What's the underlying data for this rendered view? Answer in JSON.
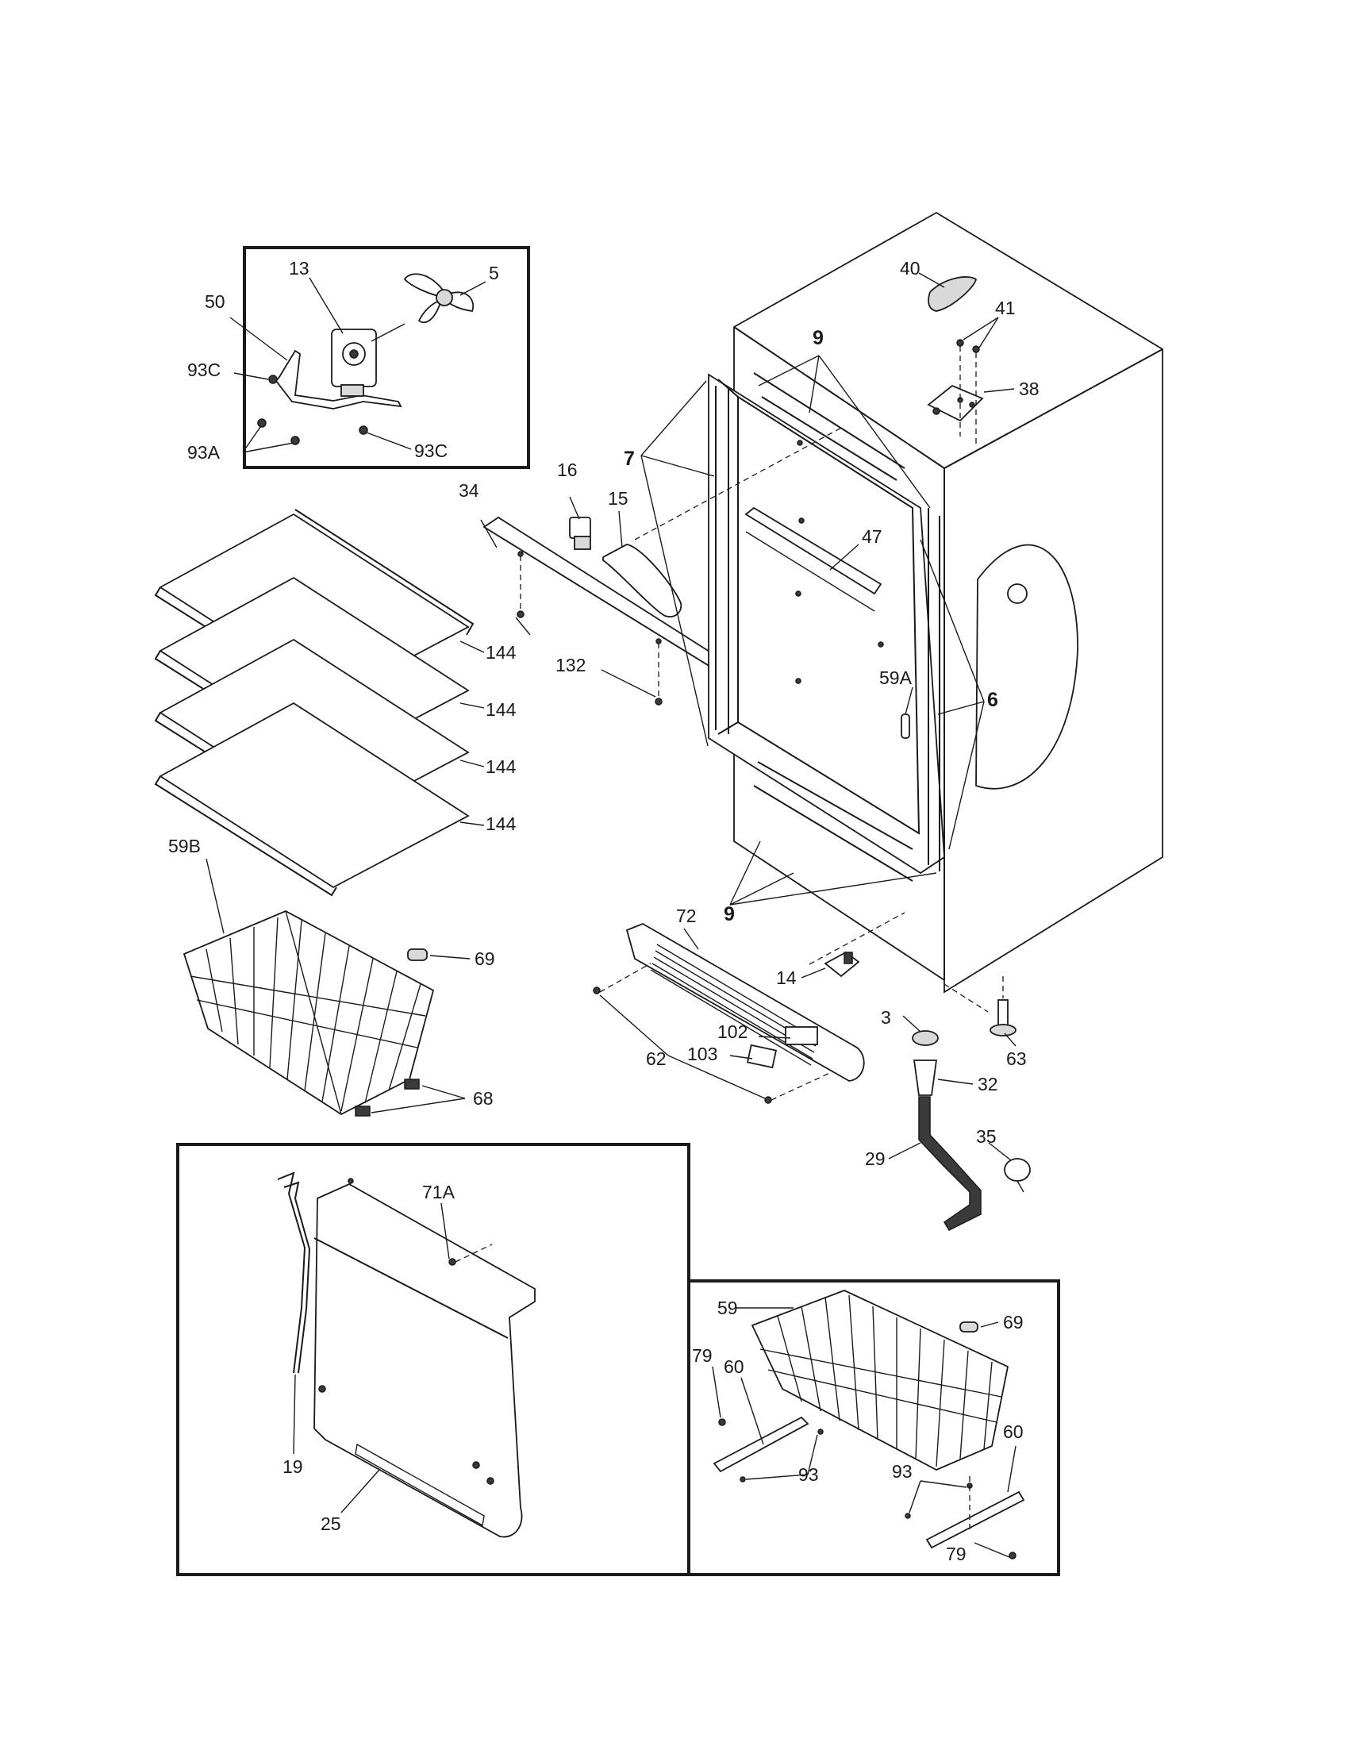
{
  "callouts": {
    "c13": "13",
    "c5": "5",
    "c50": "50",
    "c93C_a": "93C",
    "c93A": "93A",
    "c93C_b": "93C",
    "c9_top": "9",
    "c40": "40",
    "c41": "41",
    "c38": "38",
    "c7": "7",
    "c34": "34",
    "c16": "16",
    "c15": "15",
    "c47": "47",
    "c132": "132",
    "c144_1": "144",
    "c144_2": "144",
    "c144_3": "144",
    "c144_4": "144",
    "c59A": "59A",
    "c6": "6",
    "c59B": "59B",
    "c69_a": "69",
    "c68": "68",
    "c72": "72",
    "c9_bot": "9",
    "c14": "14",
    "c3": "3",
    "c63": "63",
    "c102": "102",
    "c103": "103",
    "c62": "62",
    "c32": "32",
    "c35": "35",
    "c29": "29",
    "c71A": "71A",
    "c19": "19",
    "c25": "25",
    "c59": "59",
    "c69_b": "69",
    "c79_a": "79",
    "c60_a": "60",
    "c93_a": "93",
    "c60_b": "60",
    "c93_b": "93",
    "c79_b": "79"
  }
}
